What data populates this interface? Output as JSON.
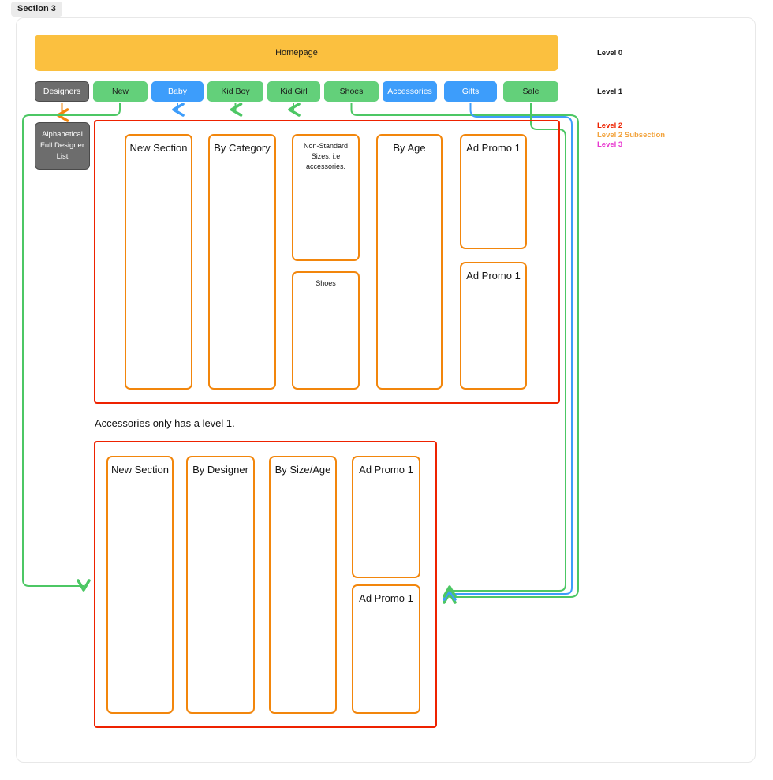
{
  "section_label": "Section 3",
  "colors": {
    "level0": "#fbc03f",
    "level1_green": "#63d07a",
    "level1_blue": "#3d9dfb",
    "level1_gray": "#6d6d6d",
    "level2": "#ee2200",
    "level2_subsection": "#f2860c",
    "level3": "#e838d0"
  },
  "homepage": {
    "label": "Homepage"
  },
  "nav": {
    "items": [
      {
        "label": "Designers",
        "color": "gray"
      },
      {
        "label": "New",
        "color": "green"
      },
      {
        "label": "Baby",
        "color": "blue"
      },
      {
        "label": "Kid Boy",
        "color": "green"
      },
      {
        "label": "Kid Girl",
        "color": "green"
      },
      {
        "label": "Shoes",
        "color": "green"
      },
      {
        "label": "Accessories",
        "color": "blue"
      },
      {
        "label": "Gifts",
        "color": "blue"
      },
      {
        "label": "Sale",
        "color": "green"
      }
    ]
  },
  "designer_list": {
    "label": "Alphabetical Full Designer List"
  },
  "section_one": {
    "columns": [
      {
        "label": "New Section"
      },
      {
        "label": "By Category"
      },
      {
        "label": "Non-Standard Sizes. i.e accessories."
      },
      {
        "label": "Shoes"
      },
      {
        "label": "By Age"
      },
      {
        "label": "Ad Promo 1"
      },
      {
        "label": "Ad Promo 1"
      }
    ]
  },
  "note": "Accessories only has a level 1.",
  "section_two": {
    "columns": [
      {
        "label": "New Section"
      },
      {
        "label": "By Designer"
      },
      {
        "label": "By Size/Age"
      },
      {
        "label": "Ad Promo 1"
      },
      {
        "label": "Ad Promo 1"
      }
    ]
  },
  "legend": {
    "level0": "Level 0",
    "level1": "Level 1",
    "level2": "Level 2",
    "level2_subsection": "Level 2 Subsection",
    "level3": "Level 3"
  }
}
